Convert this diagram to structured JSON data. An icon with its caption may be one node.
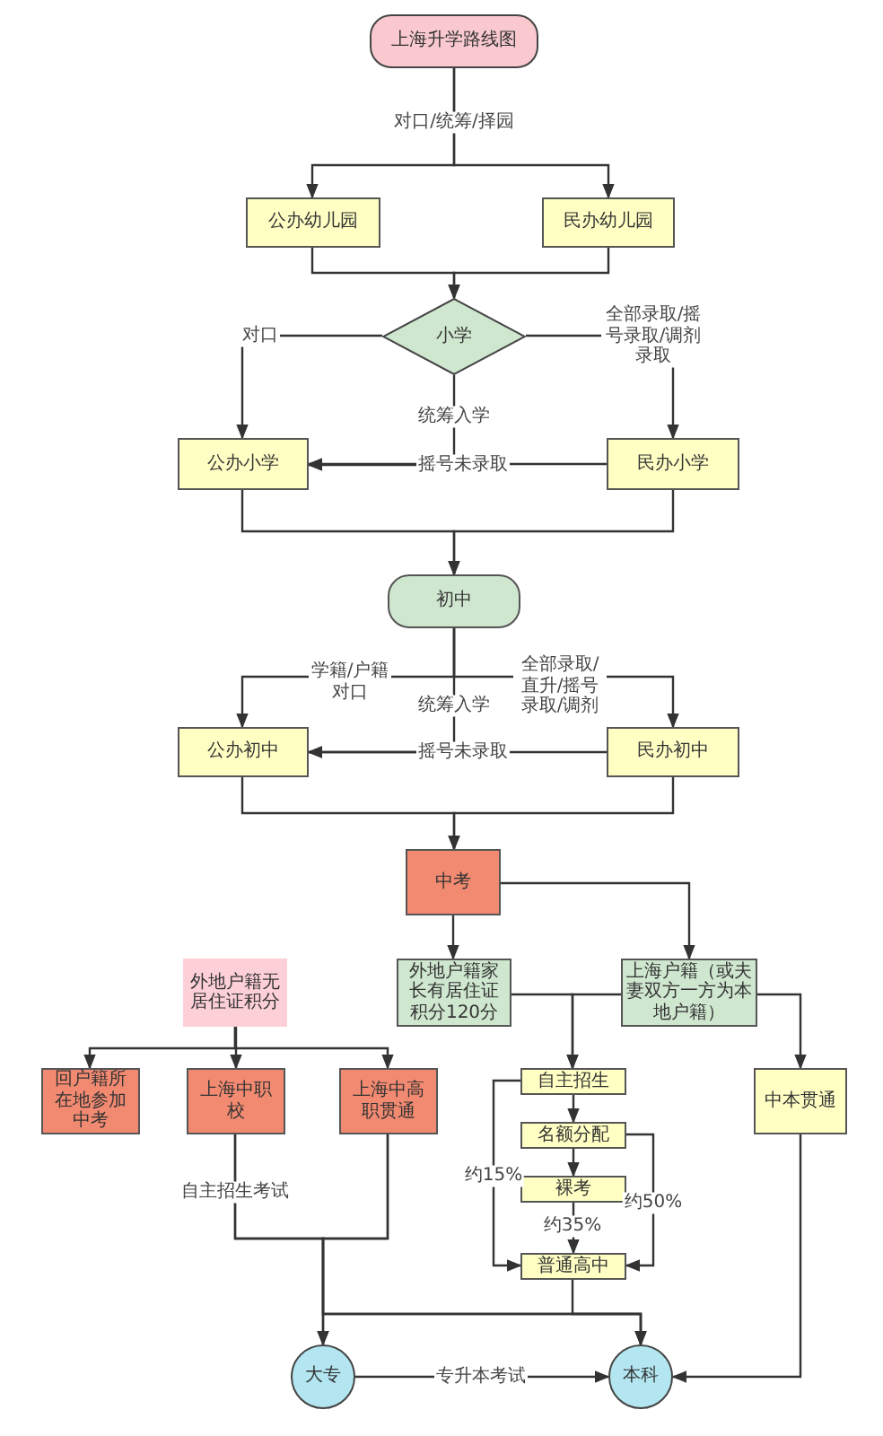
{
  "diagram": {
    "nodes": [
      {
        "text": [
          "上海升学路线图"
        ]
      },
      {
        "text": [
          "公办幼儿园"
        ]
      },
      {
        "text": [
          "民办幼儿园"
        ]
      },
      {
        "text": [
          "小学"
        ]
      },
      {
        "text": [
          "公办小学"
        ]
      },
      {
        "text": [
          "民办小学"
        ]
      },
      {
        "text": [
          "初中"
        ]
      },
      {
        "text": [
          "公办初中"
        ]
      },
      {
        "text": [
          "民办初中"
        ]
      },
      {
        "text": [
          "中考"
        ]
      },
      {
        "text": [
          "外地户籍无居住证积分"
        ]
      },
      {
        "text": [
          "外地户籍家长有居住证积分120分"
        ]
      },
      {
        "text": [
          "上海户籍（或夫妻双方一方为本地户籍）"
        ]
      },
      {
        "text": [
          "回户籍所在地参加中考"
        ]
      },
      {
        "text": [
          "上海中职校"
        ]
      },
      {
        "text": [
          "上海中高职贯通"
        ]
      },
      {
        "text": [
          "自主招生"
        ]
      },
      {
        "text": [
          "名额分配"
        ]
      },
      {
        "text": [
          "裸考"
        ]
      },
      {
        "text": [
          "普通高中"
        ]
      },
      {
        "text": [
          "中本贯通"
        ]
      },
      {
        "text": [
          "大专"
        ]
      },
      {
        "text": [
          "本科"
        ]
      }
    ],
    "edges": [
      {
        "from": 0,
        "to": 1,
        "arrow": "to",
        "label": "对口/统筹/择园"
      },
      {
        "from": 0,
        "to": 2,
        "arrow": "to"
      },
      {
        "from": 1,
        "to": 3,
        "arrow": "to"
      },
      {
        "from": 2,
        "to": 3,
        "arrow": "to"
      },
      {
        "from": 3,
        "to": 4,
        "arrow": "to",
        "label": "对口"
      },
      {
        "from": 3,
        "to": 5,
        "arrow": "to",
        "label": "全部录取/摇号录取/调剂录取"
      },
      {
        "from": 3,
        "to": 4,
        "arrow": "to",
        "label": "统筹入学"
      },
      {
        "from": 5,
        "to": 4,
        "arrow": "to",
        "label": "摇号未录取"
      },
      {
        "from": 4,
        "to": 6,
        "arrow": "to"
      },
      {
        "from": 5,
        "to": 6,
        "arrow": "to"
      },
      {
        "from": 6,
        "to": 7,
        "arrow": "to",
        "label": "学籍/户籍对口"
      },
      {
        "from": 6,
        "to": 8,
        "arrow": "to",
        "label": "全部录取/直升/摇号录取/调剂"
      },
      {
        "from": 6,
        "to": 7,
        "arrow": "to",
        "label": "统筹入学"
      },
      {
        "from": 8,
        "to": 7,
        "arrow": "to",
        "label": "摇号未录取"
      },
      {
        "from": 7,
        "to": 9,
        "arrow": "to"
      },
      {
        "from": 8,
        "to": 9,
        "arrow": "to"
      },
      {
        "from": 9,
        "to": 11,
        "arrow": "to"
      },
      {
        "from": 9,
        "to": 12,
        "arrow": "to"
      },
      {
        "from": 10,
        "to": 13,
        "arrow": "to"
      },
      {
        "from": 10,
        "to": 14,
        "arrow": "to"
      },
      {
        "from": 10,
        "to": 15,
        "arrow": "to"
      },
      {
        "from": 14,
        "to": 21,
        "arrow": "to",
        "label": "自主招生考试"
      },
      {
        "from": 15,
        "to": 21,
        "arrow": "to"
      },
      {
        "from": 14,
        "to": 22,
        "arrow": "to"
      },
      {
        "from": 15,
        "to": 22,
        "arrow": "to"
      },
      {
        "from": 11,
        "to": 16,
        "arrow": "to"
      },
      {
        "from": 12,
        "to": 16,
        "arrow": "to"
      },
      {
        "from": 12,
        "to": 20,
        "arrow": "to"
      },
      {
        "from": 16,
        "to": 17,
        "arrow": "to"
      },
      {
        "from": 17,
        "to": 18,
        "arrow": "to"
      },
      {
        "from": 18,
        "to": 19,
        "arrow": "to",
        "label": "约35%"
      },
      {
        "from": 16,
        "to": 19,
        "arrow": "to",
        "label": "约15%"
      },
      {
        "from": 17,
        "to": 19,
        "arrow": "to",
        "label": "约50%"
      },
      {
        "from": 19,
        "to": 22,
        "arrow": "to"
      },
      {
        "from": 21,
        "to": 22,
        "arrow": "to",
        "label": "专升本考试"
      },
      {
        "from": 20,
        "to": 22,
        "arrow": "to"
      }
    ]
  }
}
